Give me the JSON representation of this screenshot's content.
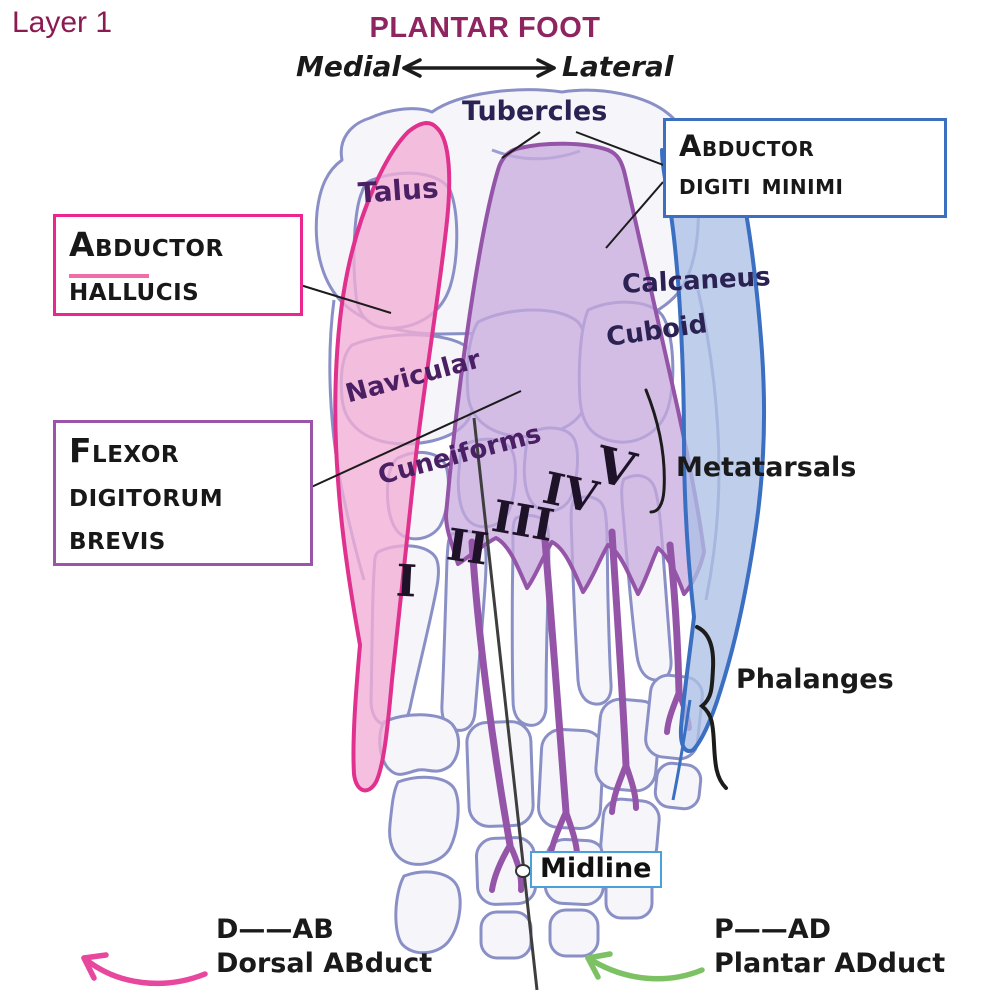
{
  "header": {
    "layer": "Layer 1",
    "title": "PLANTAR FOOT",
    "direction_left": "Medial",
    "direction_right": "Lateral"
  },
  "muscle_boxes": {
    "abductor_hallucis": {
      "line1": "Abductor",
      "line2": "hallucis",
      "border_color": "#ec268f"
    },
    "abductor_digiti_minimi": {
      "line1": "Abductor",
      "line2": "digiti minimi",
      "border_color": "#3b6fc0"
    },
    "flexor_digitorum_brevis": {
      "line1": "Flexor",
      "line2": "digitorum",
      "line3": "brevis",
      "border_color": "#9a55a8"
    }
  },
  "bone_labels": {
    "tubercles": "Tubercles",
    "talus": "Talus",
    "calcaneus": "Calcaneus",
    "cuboid": "Cuboid",
    "navicular": "Navicular",
    "cuneiforms": "Cuneiforms",
    "metatarsals": "Metatarsals",
    "phalanges": "Phalanges"
  },
  "metatarsal_numerals": {
    "i": "I",
    "ii": "II",
    "iii": "III",
    "iv": "IV",
    "v": "V"
  },
  "midline": {
    "label": "Midline"
  },
  "legend": {
    "dorsal_code": "D——AB",
    "dorsal_text": "Dorsal ABduct",
    "plantar_code": "P——AD",
    "plantar_text": "Plantar ADduct"
  },
  "palette": {
    "bone_outline": "#8a90c6",
    "abductor_hallucis_pink": "#e0318e",
    "flexor_digitorum_purple": "#9455a8",
    "abductor_digiti_minimi_blue": "#3a6fc2",
    "dorsal_arrow": "#e8479e",
    "plantar_arrow": "#7cc265",
    "title_color": "#8e2560"
  }
}
